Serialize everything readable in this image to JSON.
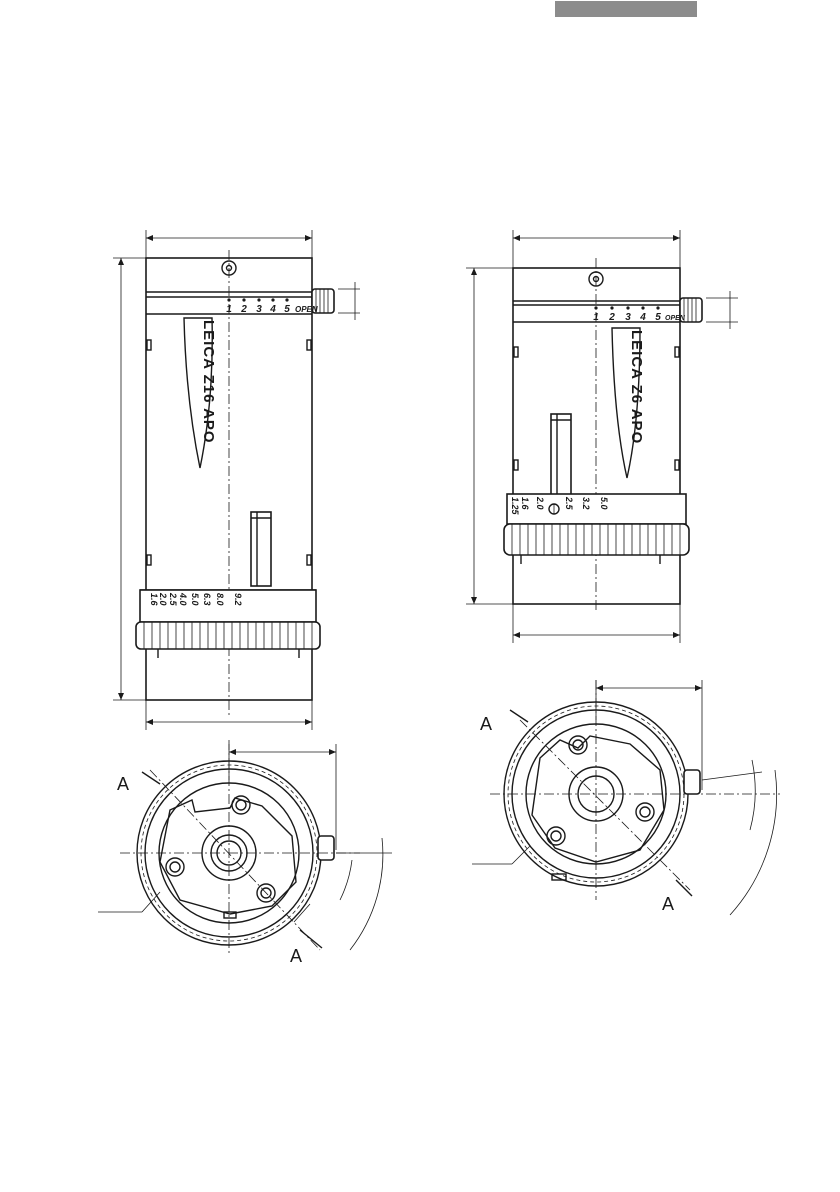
{
  "header_bar_color": "#8c8c8c",
  "left_unit": {
    "brand_label": "LEICA Z16 APO",
    "aperture_positions": [
      "1",
      "2",
      "3",
      "4",
      "5",
      "OPEN"
    ],
    "zoom_scale": [
      "1.6",
      "2.0",
      "2.5",
      "4.0",
      "5.0",
      "6.3",
      "8.0",
      "9.2"
    ],
    "section_marks": [
      "A",
      "A"
    ]
  },
  "right_unit": {
    "brand_label": "LEICA Z6 APO",
    "aperture_positions": [
      "1",
      "2",
      "3",
      "4",
      "5",
      "OPEN"
    ],
    "zoom_scale": [
      "1.25",
      "1.6",
      "2.0",
      "2.5",
      "3.2",
      "5.0"
    ],
    "section_marks": [
      "A",
      "A"
    ]
  }
}
